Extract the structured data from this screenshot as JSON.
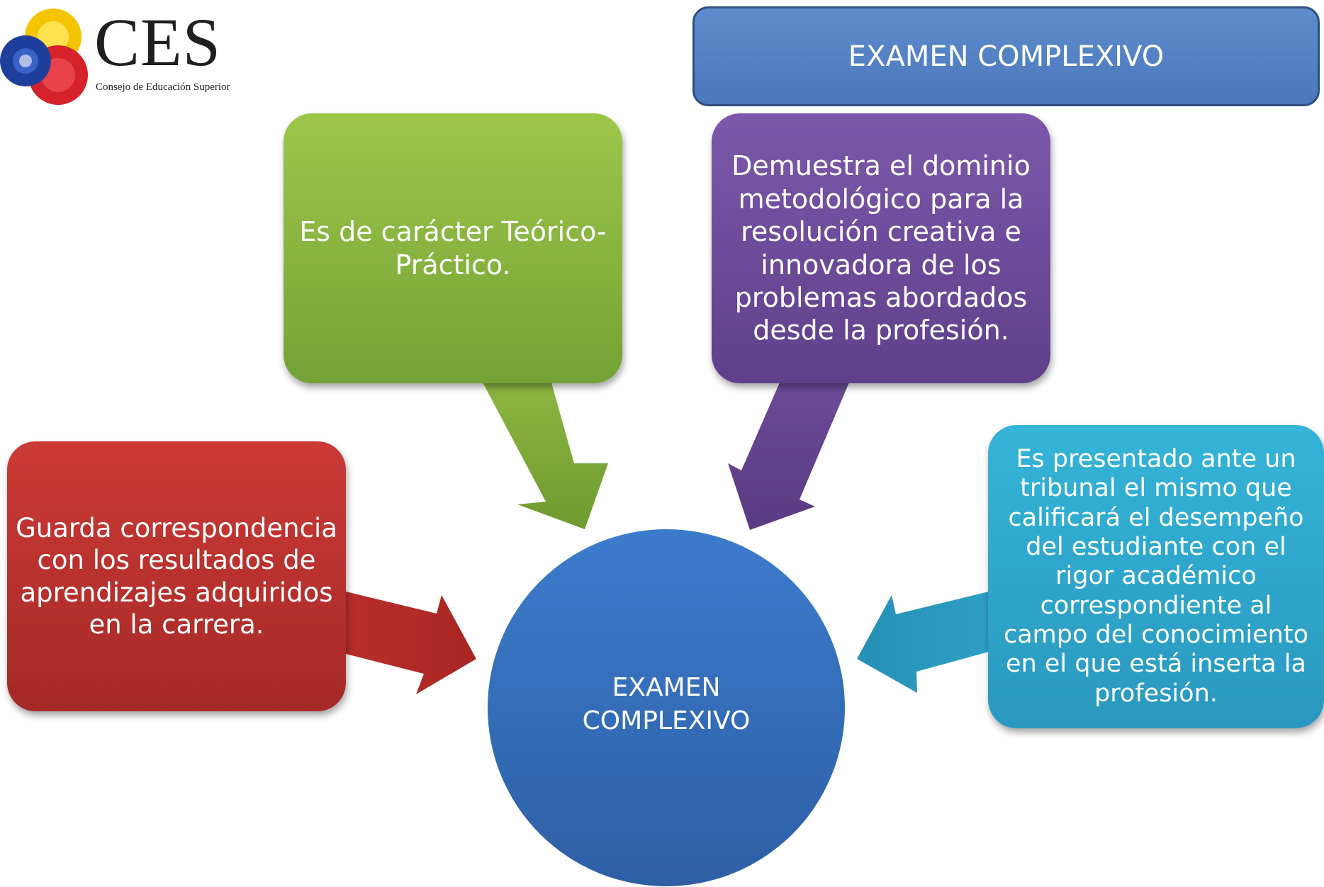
{
  "logo": {
    "acronym": "CES",
    "subtitle": "Consejo de Educación Superior",
    "colors": [
      "#f5c400",
      "#d6222a",
      "#1f3f9c"
    ]
  },
  "title": "EXAMEN COMPLEXIVO",
  "center": {
    "lines": [
      "EXAMEN",
      "COMPLEXIVO"
    ],
    "color": "#3a76c3"
  },
  "nodes": [
    {
      "id": "teorico",
      "lines": [
        "Es de carácter Teórico-",
        "Práctico."
      ],
      "color": "#8db83f"
    },
    {
      "id": "dominio",
      "lines": [
        "Demuestra el dominio",
        "metodológico para la",
        "resolución creativa e",
        "innovadora de los",
        "problemas abordados",
        "desde la profesión."
      ],
      "color": "#744f9f"
    },
    {
      "id": "correspondencia",
      "lines": [
        "Guarda correspondencia",
        "con los resultados de",
        "aprendizajes adquiridos",
        "en la carrera."
      ],
      "color": "#be3130"
    },
    {
      "id": "tribunal",
      "lines": [
        "Es presentado ante un",
        "tribunal el mismo que",
        "calificará el desempeño",
        "del estudiante con el",
        "rigor académico",
        "correspondiente al",
        "campo del conocimiento",
        "en el que está inserta la",
        "profesión."
      ],
      "color": "#31a8cc"
    }
  ]
}
